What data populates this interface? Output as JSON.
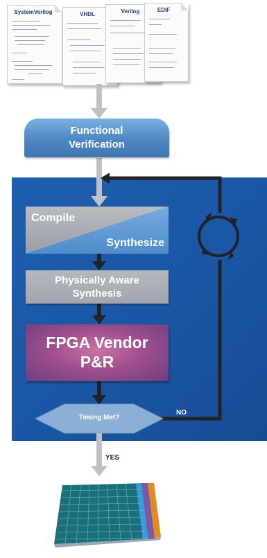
{
  "documents": [
    {
      "title": "SystemVerilog"
    },
    {
      "title": "VHDL"
    },
    {
      "title": "Verilog"
    },
    {
      "title": "EDIF"
    }
  ],
  "steps": {
    "functional_verification": [
      "Functional",
      "Verification"
    ],
    "compile": "Compile",
    "synthesize": "Synthesize",
    "physically_aware": [
      "Physically Aware",
      "Synthesis"
    ],
    "vendor_pr": [
      "FPGA Vendor",
      "P&R"
    ],
    "decision": "Timing Met?",
    "no_label": "NO",
    "yes_label": "YES"
  },
  "colors": {
    "panel": "#1a57a4",
    "connector": "#1f2226",
    "arrow_light": "#bfc1c6",
    "func_ver": "#4d87c2",
    "compile_gray": "#a9aab0",
    "synth_blue": "#5f9ad4",
    "vendor_magenta": "#a04f8c",
    "decision": "#8ab0d6"
  }
}
